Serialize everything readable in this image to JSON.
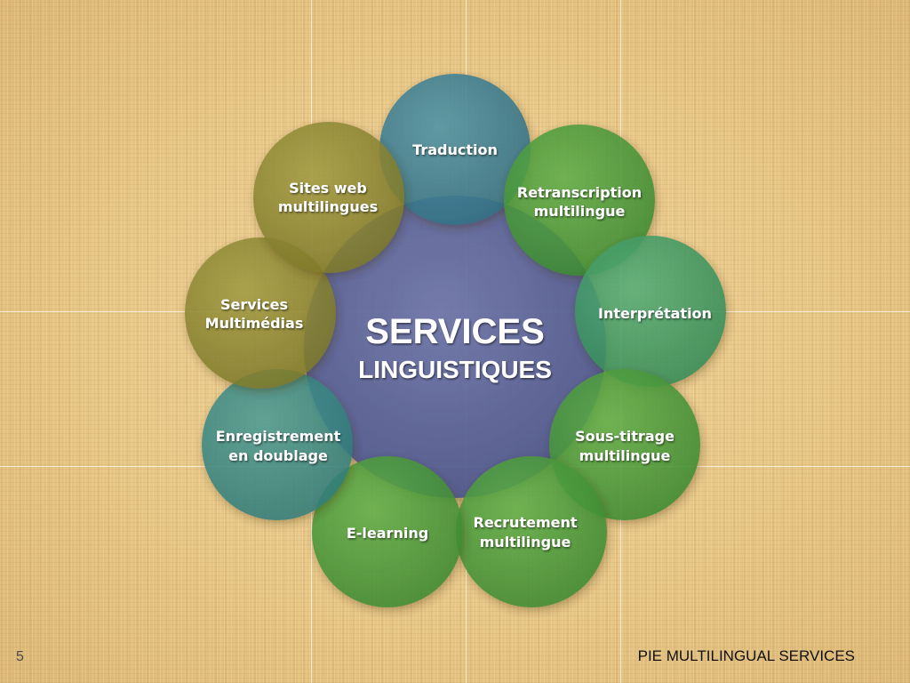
{
  "center": {
    "title": "SERVICES",
    "subtitle": "LINGUISTIQUES"
  },
  "services": [
    {
      "lines": [
        "Traduction"
      ]
    },
    {
      "lines": [
        "Retranscription",
        "multilingue"
      ]
    },
    {
      "lines": [
        "Interprétation"
      ]
    },
    {
      "lines": [
        "Sous-titrage",
        "multilingue"
      ]
    },
    {
      "lines": [
        "Recrutement",
        "multilingue"
      ]
    },
    {
      "lines": [
        "E-learning"
      ]
    },
    {
      "lines": [
        "Enregistrement",
        "en doublage"
      ]
    },
    {
      "lines": [
        "Services",
        "Multimédias"
      ]
    },
    {
      "lines": [
        "Sites web",
        "multilingues"
      ]
    }
  ],
  "footer": {
    "slide_number": "5",
    "company": "PIE MULTILINGUAL SERVICES"
  },
  "colors": {
    "center": "#55609a",
    "blue_teal": "#3f7f93",
    "green": "#4a9a3c",
    "olive": "#8f8a34",
    "teal_green": "#3f9a68",
    "background": "#e8c98a"
  }
}
